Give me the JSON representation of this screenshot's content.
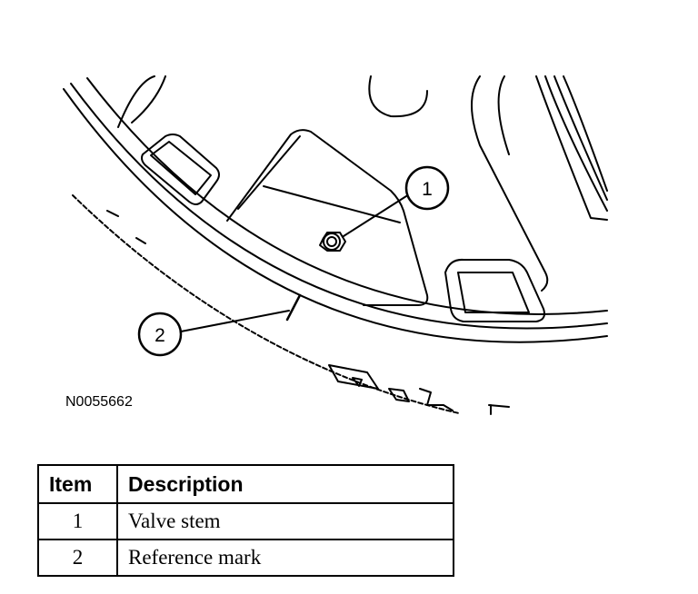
{
  "figure": {
    "code": "N0055662",
    "callouts": [
      {
        "number": "1"
      },
      {
        "number": "2"
      }
    ]
  },
  "legend": {
    "headers": {
      "item": "Item",
      "description": "Description"
    },
    "rows": [
      {
        "item": "1",
        "description": "Valve stem"
      },
      {
        "item": "2",
        "description": "Reference mark"
      }
    ]
  }
}
